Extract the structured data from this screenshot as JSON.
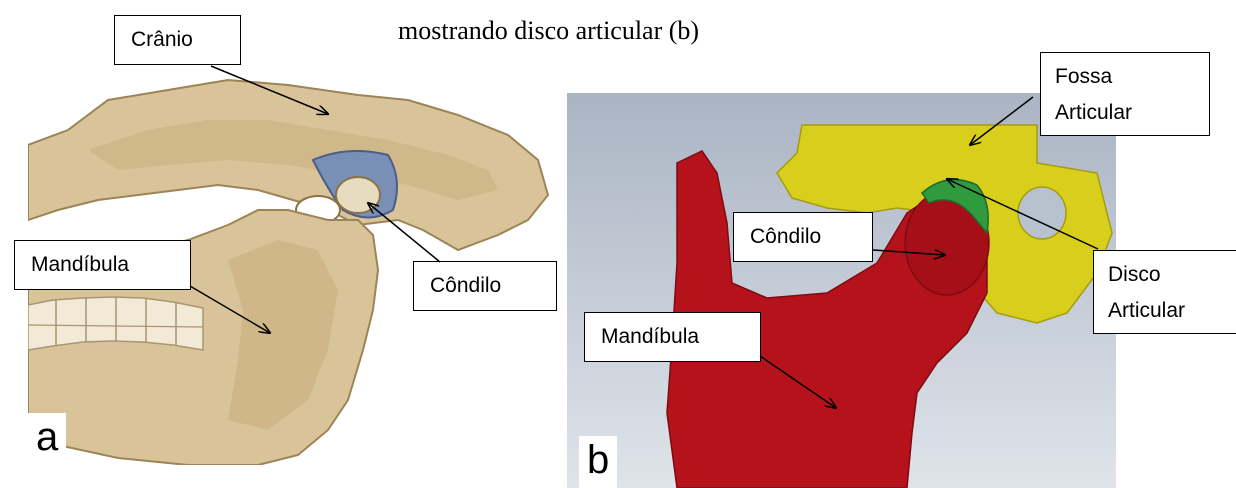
{
  "caption": "mostrando disco articular (b)",
  "panel_a": {
    "letter": "a",
    "labels": {
      "cranio": "Crânio",
      "mandibula": "Mandíbula",
      "condilo": "Côndilo"
    }
  },
  "panel_b": {
    "letter": "b",
    "labels": {
      "fossa_line1": "Fossa",
      "fossa_line2": "Articular",
      "condilo": "Côndilo",
      "disco_line1": "Disco",
      "disco_line2": "Articular",
      "mandibula": "Mandíbula"
    }
  },
  "colors": {
    "bone": "#d9c49a",
    "bone_dark": "#b59a6a",
    "cartilage": "#7a8fb5",
    "model_background": "#b8c2cf",
    "mandible_model": "#b5121b",
    "fossa_model": "#d8cf1c",
    "disc_model": "#2f9a3e"
  }
}
